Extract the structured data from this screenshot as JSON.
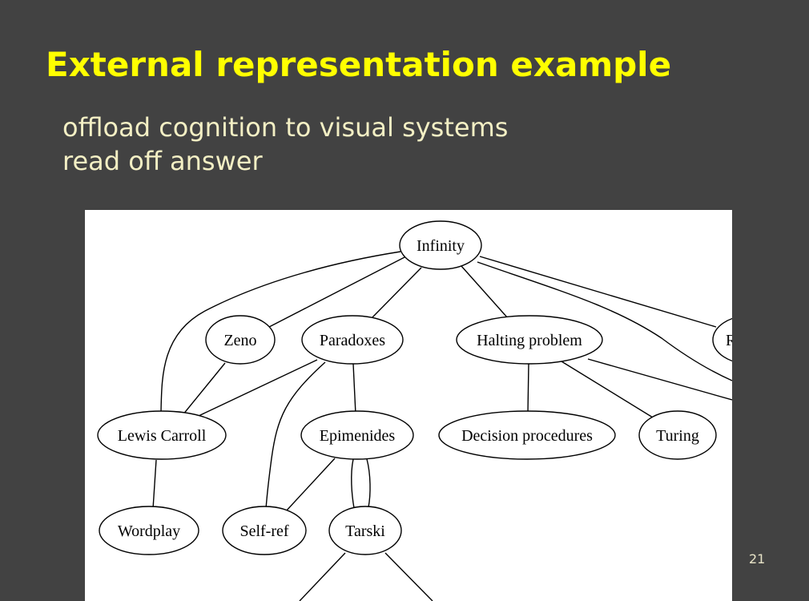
{
  "slide": {
    "title": "External representation example",
    "bullets": [
      "offload cognition to visual systems",
      "read off answer"
    ],
    "page_number": "21"
  },
  "diagram": {
    "nodes": {
      "infinity": "Infinity",
      "zeno": "Zeno",
      "paradoxes": "Paradoxes",
      "halting_problem": "Halting problem",
      "partial_node": "R",
      "lewis_carroll": "Lewis Carroll",
      "epimenides": "Epimenides",
      "decision_procedures": "Decision procedures",
      "turing": "Turing",
      "wordplay": "Wordplay",
      "self_ref": "Self-ref",
      "tarski": "Tarski"
    },
    "edges": [
      [
        "Infinity",
        "Zeno"
      ],
      [
        "Infinity",
        "Paradoxes"
      ],
      [
        "Infinity",
        "Halting problem"
      ],
      [
        "Infinity",
        "Lewis Carroll"
      ],
      [
        "Infinity",
        "R"
      ],
      [
        "Zeno",
        "Lewis Carroll"
      ],
      [
        "Paradoxes",
        "Lewis Carroll"
      ],
      [
        "Paradoxes",
        "Epimenides"
      ],
      [
        "Paradoxes",
        "Self-ref"
      ],
      [
        "Halting problem",
        "Decision procedures"
      ],
      [
        "Halting problem",
        "Turing"
      ],
      [
        "Lewis Carroll",
        "Wordplay"
      ],
      [
        "Epimenides",
        "Self-ref"
      ],
      [
        "Epimenides",
        "Tarski"
      ]
    ]
  }
}
